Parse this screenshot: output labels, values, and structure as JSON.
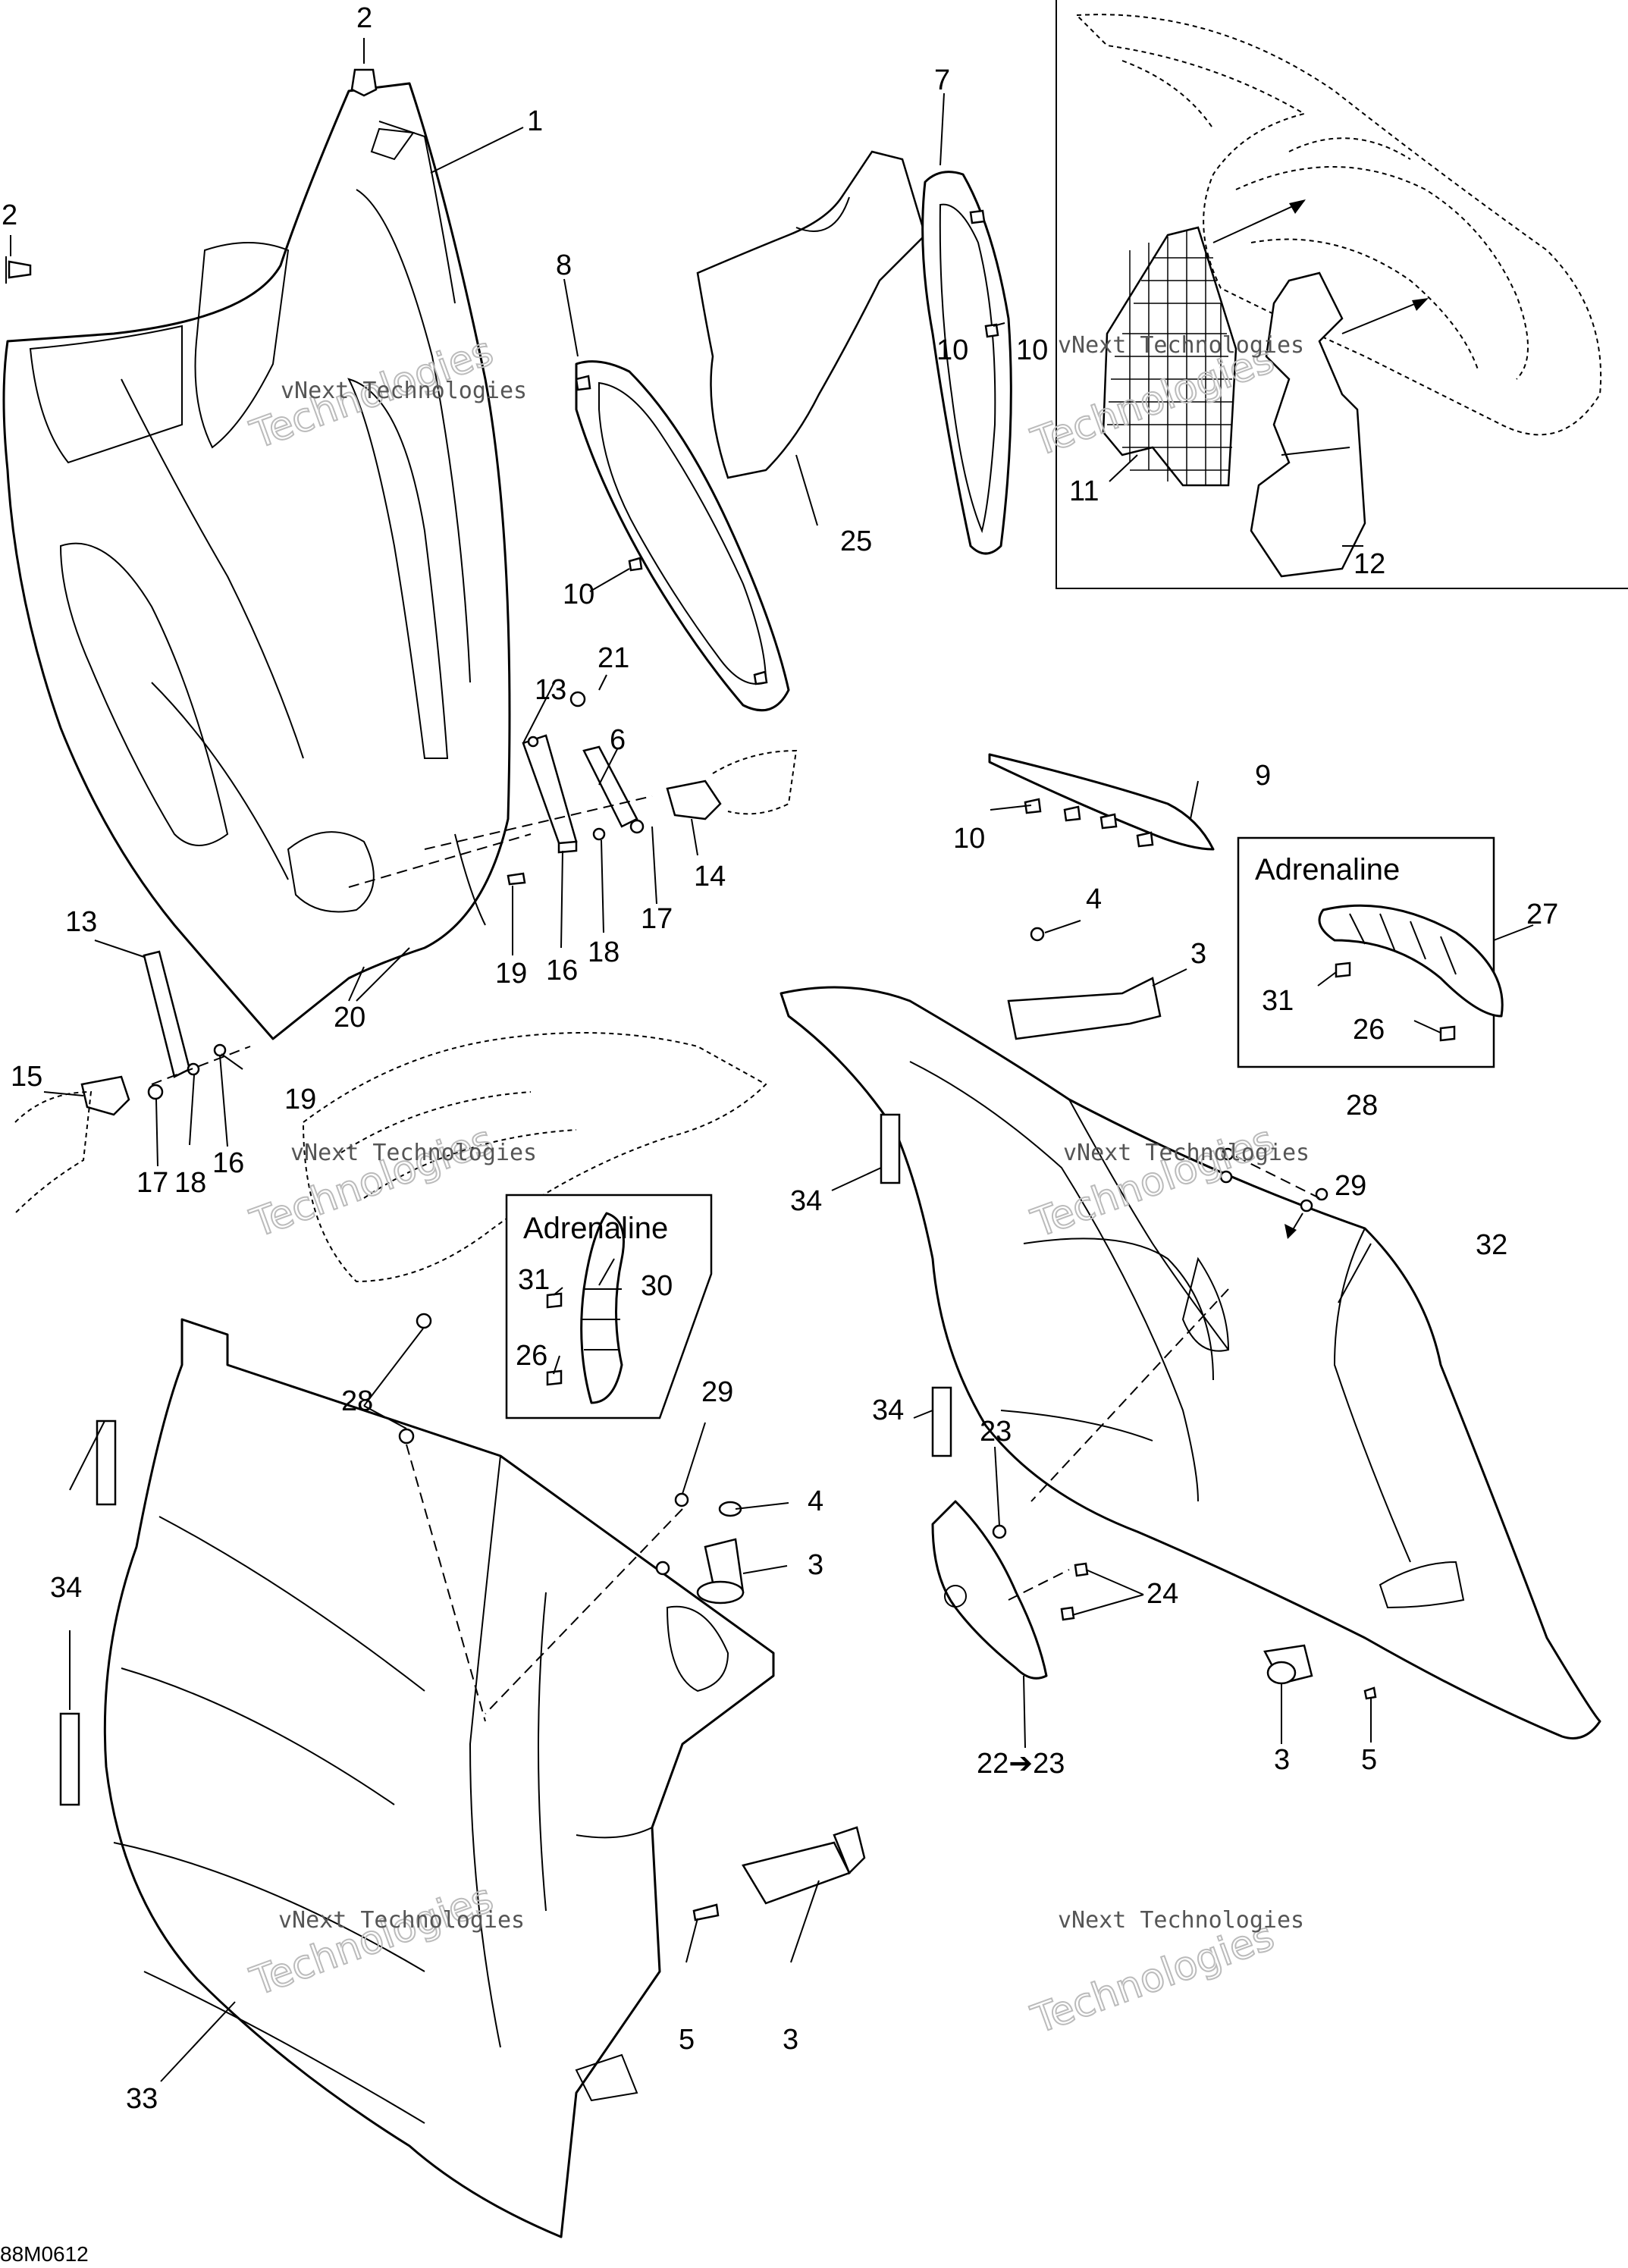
{
  "diagram": {
    "figure_code": "88M0612",
    "watermark_text": "vNext Technologies",
    "watermark_big_word": "Technologies",
    "boxes": [
      {
        "title": "Adrenaline"
      },
      {
        "title": "Adrenaline"
      }
    ],
    "callouts": [
      "1",
      "2",
      "2",
      "3",
      "3",
      "3",
      "3",
      "4",
      "4",
      "5",
      "5",
      "6",
      "7",
      "8",
      "9",
      "10",
      "10",
      "10",
      "10",
      "11",
      "12",
      "13",
      "13",
      "14",
      "15",
      "16",
      "16",
      "17",
      "17",
      "18",
      "18",
      "19",
      "19",
      "20",
      "21",
      "22➔23",
      "23",
      "24",
      "25",
      "26",
      "26",
      "27",
      "28",
      "28",
      "29",
      "29",
      "30",
      "31",
      "31",
      "32",
      "33",
      "34",
      "34",
      "34"
    ]
  }
}
